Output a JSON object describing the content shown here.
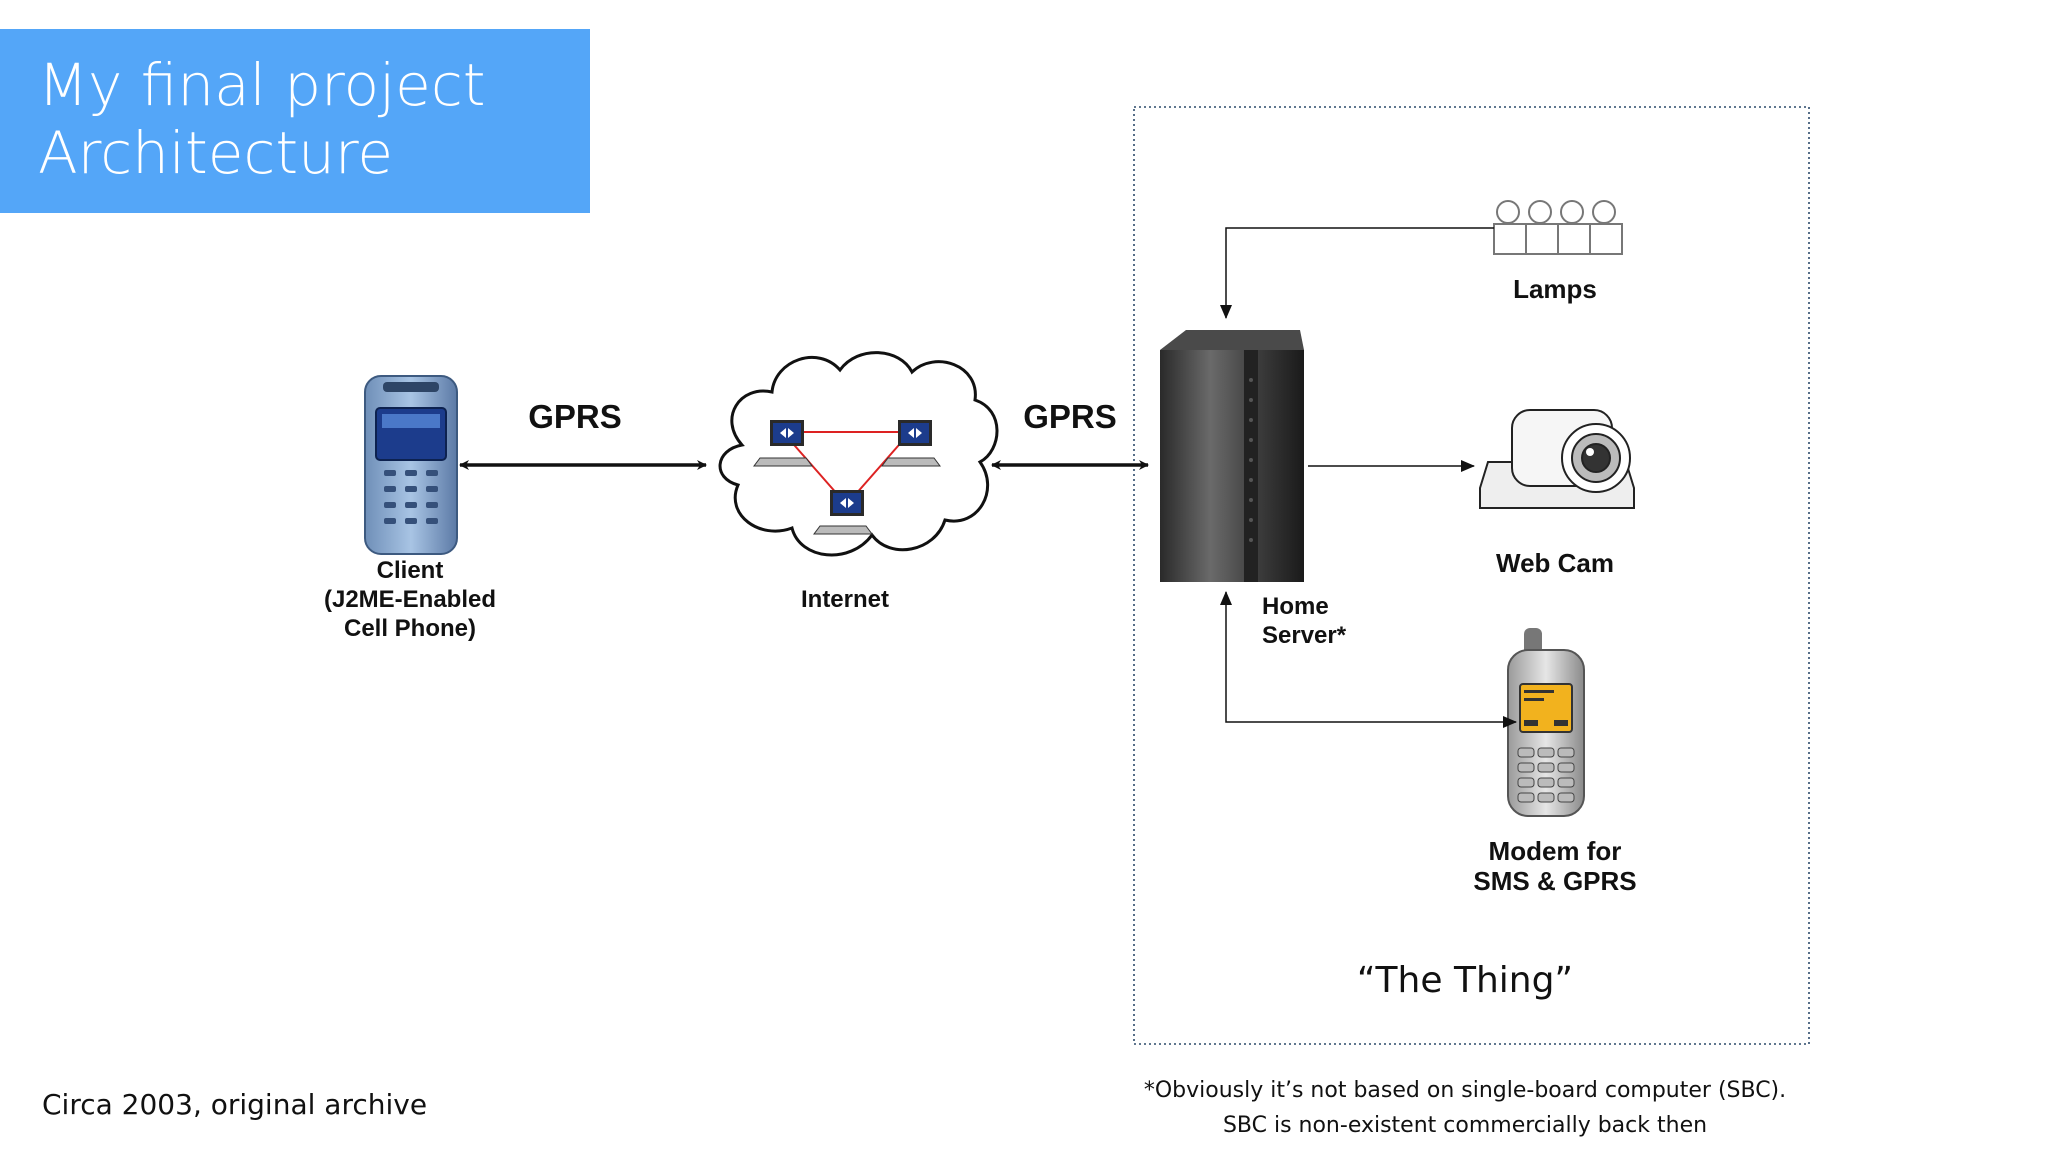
{
  "title": {
    "line1": "My final project",
    "line2": "Architecture"
  },
  "nodes": {
    "client": {
      "line1": "Client",
      "line2": "(J2ME-Enabled",
      "line3": "Cell Phone)"
    },
    "internet": {
      "label": "Internet"
    },
    "home_server": {
      "line1": "Home",
      "line2": "Server*"
    },
    "lamps": {
      "label": "Lamps"
    },
    "webcam": {
      "label": "Web Cam"
    },
    "modem": {
      "line1": "Modem for",
      "line2": "SMS & GPRS"
    }
  },
  "links": {
    "client_internet": "GPRS",
    "internet_server": "GPRS"
  },
  "boundary": {
    "label": "“The Thing”"
  },
  "footer": {
    "left": "Circa 2003, original archive",
    "footnote_line1": "*Obviously it’s not based on single-board computer (SBC).",
    "footnote_line2": "SBC is non-existent commercially back then"
  },
  "colors": {
    "title_bg": "#54a6f8",
    "cloud_link": "#dd2222",
    "screen_blue": "#1c3c8c",
    "modem_screen": "#f2b21e"
  }
}
